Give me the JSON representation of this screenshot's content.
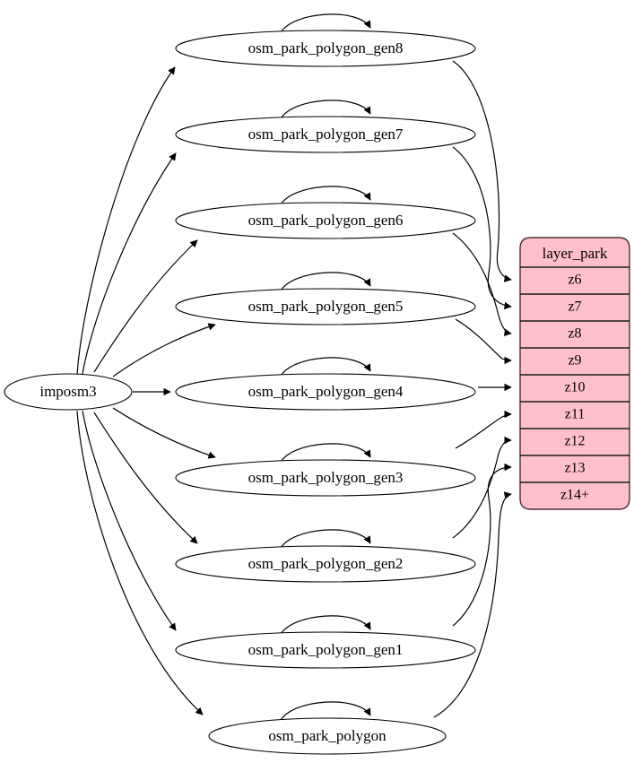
{
  "diagram": {
    "type": "graph",
    "title": "",
    "source_node": {
      "label": "imposm3",
      "shape": "ellipse"
    },
    "process_nodes": [
      {
        "label": "osm_park_polygon_gen8",
        "self_loop": true
      },
      {
        "label": "osm_park_polygon_gen7",
        "self_loop": true
      },
      {
        "label": "osm_park_polygon_gen6",
        "self_loop": true
      },
      {
        "label": "osm_park_polygon_gen5",
        "self_loop": true
      },
      {
        "label": "osm_park_polygon_gen4",
        "self_loop": true
      },
      {
        "label": "osm_park_polygon_gen3",
        "self_loop": true
      },
      {
        "label": "osm_park_polygon_gen2",
        "self_loop": true
      },
      {
        "label": "osm_park_polygon_gen1",
        "self_loop": true
      },
      {
        "label": "osm_park_polygon",
        "self_loop": true
      }
    ],
    "table": {
      "header": "layer_park",
      "fill": "#ffc0cb",
      "border": "#4a3034",
      "rows": [
        {
          "label": "z6"
        },
        {
          "label": "z7"
        },
        {
          "label": "z8"
        },
        {
          "label": "z9"
        },
        {
          "label": "z10"
        },
        {
          "label": "z11"
        },
        {
          "label": "z12"
        },
        {
          "label": "z13"
        },
        {
          "label": "z14+"
        }
      ]
    },
    "edges": [
      {
        "from": "imposm3",
        "to": "osm_park_polygon_gen8"
      },
      {
        "from": "imposm3",
        "to": "osm_park_polygon_gen7"
      },
      {
        "from": "imposm3",
        "to": "osm_park_polygon_gen6"
      },
      {
        "from": "imposm3",
        "to": "osm_park_polygon_gen5"
      },
      {
        "from": "imposm3",
        "to": "osm_park_polygon_gen4"
      },
      {
        "from": "imposm3",
        "to": "osm_park_polygon_gen3"
      },
      {
        "from": "imposm3",
        "to": "osm_park_polygon_gen2"
      },
      {
        "from": "imposm3",
        "to": "osm_park_polygon_gen1"
      },
      {
        "from": "imposm3",
        "to": "osm_park_polygon"
      },
      {
        "from": "osm_park_polygon_gen8",
        "to": "z6"
      },
      {
        "from": "osm_park_polygon_gen7",
        "to": "z7"
      },
      {
        "from": "osm_park_polygon_gen6",
        "to": "z8"
      },
      {
        "from": "osm_park_polygon_gen5",
        "to": "z9"
      },
      {
        "from": "osm_park_polygon_gen4",
        "to": "z10"
      },
      {
        "from": "osm_park_polygon_gen3",
        "to": "z11"
      },
      {
        "from": "osm_park_polygon_gen2",
        "to": "z12"
      },
      {
        "from": "osm_park_polygon_gen1",
        "to": "z13"
      },
      {
        "from": "osm_park_polygon",
        "to": "z14+"
      }
    ]
  }
}
